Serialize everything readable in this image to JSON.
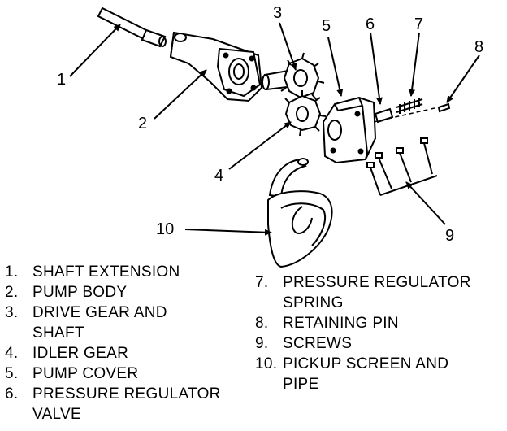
{
  "callouts": [
    "1",
    "2",
    "3",
    "4",
    "5",
    "6",
    "7",
    "8",
    "9",
    "10"
  ],
  "legend_left": [
    {
      "num": "1.",
      "label": "SHAFT EXTENSION"
    },
    {
      "num": "2.",
      "label": "PUMP BODY"
    },
    {
      "num": "3.",
      "label": "DRIVE GEAR AND"
    },
    {
      "num": "",
      "label": "SHAFT"
    },
    {
      "num": "4.",
      "label": "IDLER GEAR"
    },
    {
      "num": "5.",
      "label": "PUMP COVER"
    },
    {
      "num": "6.",
      "label": "PRESSURE REGULATOR"
    },
    {
      "num": "",
      "label": "VALVE"
    }
  ],
  "legend_right": [
    {
      "num": "7.",
      "label": "PRESSURE REGULATOR"
    },
    {
      "num": "",
      "label": "SPRING"
    },
    {
      "num": "8.",
      "label": "RETAINING PIN"
    },
    {
      "num": "9.",
      "label": "SCREWS"
    },
    {
      "num": "10.",
      "label": "PICKUP SCREEN AND"
    },
    {
      "num": "",
      "label": "PIPE"
    }
  ]
}
